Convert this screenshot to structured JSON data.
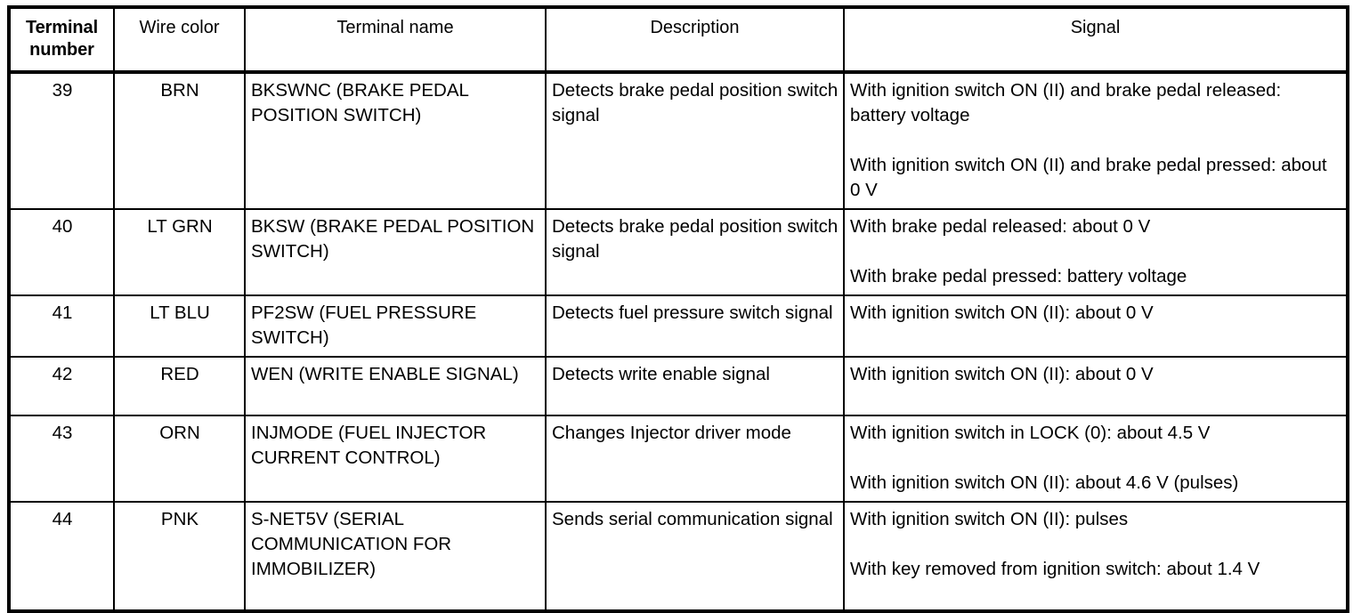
{
  "table": {
    "headers": [
      {
        "id": "terminal-number",
        "label": "Terminal number"
      },
      {
        "id": "wire-color",
        "label": "Wire color"
      },
      {
        "id": "terminal-name",
        "label": "Terminal name"
      },
      {
        "id": "description",
        "label": "Description"
      },
      {
        "id": "signal",
        "label": "Signal"
      }
    ],
    "rows": [
      {
        "number": "39",
        "wire_color": "BRN",
        "terminal_name": "BKSWNC (BRAKE PEDAL POSITION SWITCH)",
        "description": "Detects brake pedal position switch signal",
        "signal_lines": [
          "With ignition switch ON (II) and brake pedal released: battery voltage",
          "With ignition switch ON (II) and brake pedal pressed: about 0 V"
        ]
      },
      {
        "number": "40",
        "wire_color": "LT GRN",
        "terminal_name": "BKSW (BRAKE PEDAL POSITION SWITCH)",
        "description": "Detects brake pedal position switch signal",
        "signal_lines": [
          "With brake pedal released: about 0 V",
          "With brake pedal pressed: battery voltage"
        ]
      },
      {
        "number": "41",
        "wire_color": "LT BLU",
        "terminal_name": "PF2SW (FUEL PRESSURE SWITCH)",
        "description": "Detects fuel pressure switch signal",
        "signal_lines": [
          "With ignition switch ON (II): about 0 V"
        ]
      },
      {
        "number": "42",
        "wire_color": "RED",
        "terminal_name": "WEN (WRITE ENABLE SIGNAL)",
        "description": "Detects write enable signal",
        "signal_lines": [
          "With ignition switch ON (II): about 0 V"
        ]
      },
      {
        "number": "43",
        "wire_color": "ORN",
        "terminal_name": "INJMODE (FUEL INJECTOR CURRENT CONTROL)",
        "description": "Changes Injector driver mode",
        "signal_lines": [
          "With ignition switch in LOCK (0): about 4.5 V",
          "With ignition switch ON (II): about 4.6 V (pulses)"
        ]
      },
      {
        "number": "44",
        "wire_color": "PNK",
        "terminal_name": "S-NET5V (SERIAL COMMUNICATION FOR IMMOBILIZER)",
        "description": "Sends serial communication signal",
        "signal_lines": [
          "With ignition switch ON (II): pulses",
          "With key removed from ignition switch: about 1.4 V"
        ]
      }
    ]
  },
  "colors": {
    "border": "#000000",
    "background": "#ffffff",
    "text": "#000000"
  }
}
